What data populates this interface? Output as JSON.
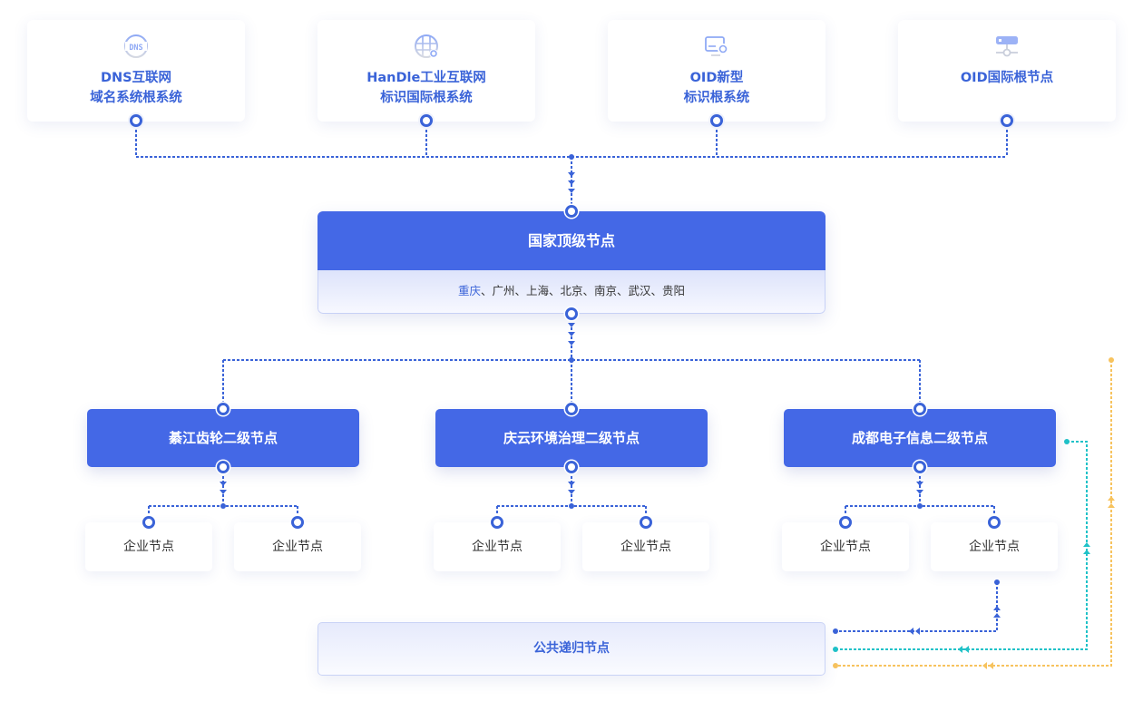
{
  "colors": {
    "primary": "#4468e6",
    "link_blue": "#3a63d8",
    "teal": "#20c2c8",
    "amber": "#f7c35e",
    "text_dark": "#333333"
  },
  "root_systems": [
    {
      "icon": "dns-globe-icon",
      "line1": "DNS互联网",
      "line2": "域名系统根系统"
    },
    {
      "icon": "globe-gear-icon",
      "line1": "HanDle工业互联网",
      "line2": "标识国际根系统"
    },
    {
      "icon": "monitor-gear-icon",
      "line1": "OID新型",
      "line2": "标识根系统"
    },
    {
      "icon": "server-node-icon",
      "line1": "OID国际根节点",
      "line2": ""
    }
  ],
  "top_node": {
    "title": "国家顶级节点",
    "highlight_city": "重庆",
    "other_cities": "、广州、上海、北京、南京、武汉、贵阳"
  },
  "second_nodes": [
    {
      "title": "綦江齿轮二级节点",
      "children": [
        "企业节点",
        "企业节点"
      ]
    },
    {
      "title": "庆云环境治理二级节点",
      "children": [
        "企业节点",
        "企业节点"
      ]
    },
    {
      "title": "成都电子信息二级节点",
      "children": [
        "企业节点",
        "企业节点"
      ]
    }
  ],
  "recursive_node": {
    "title": "公共递归节点"
  }
}
